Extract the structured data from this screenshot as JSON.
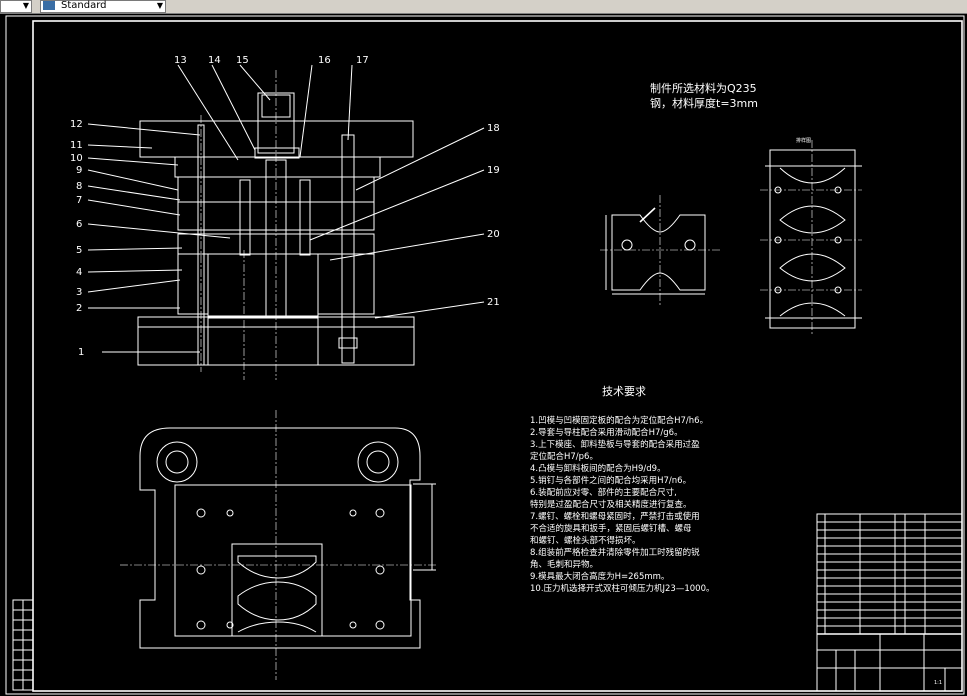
{
  "toolbar": {
    "layer_combo_value": "",
    "style_combo_value": "Standard"
  },
  "assembly": {
    "part_labels": [
      "1",
      "2",
      "3",
      "4",
      "5",
      "6",
      "7",
      "8",
      "9",
      "10",
      "11",
      "12",
      "13",
      "14",
      "15",
      "16",
      "17",
      "18",
      "19",
      "20",
      "21"
    ]
  },
  "material_note": {
    "line1": "制件所选材料为Q235",
    "line2": "钢，材料厚度t=3mm"
  },
  "tech_requirements": {
    "title": "技术要求",
    "items": [
      "1.凹模与凹模固定板的配合为定位配合H7/h6。",
      "2.导套与导柱配合采用滑动配合H7/g6。",
      "3.上下模座、卸料垫板与导套的配合采用过盈",
      "   定位配合H7/p6。",
      "4.凸模与卸料板间的配合为H9/d9。",
      "5.销钉与各部件之间的配合均采用H7/n6。",
      "6.装配前应对零、部件的主要配合尺寸,",
      "   特别是过盈配合尺寸及相关精度进行复查。",
      "7.螺钉、螺栓和螺母紧固时，严禁打击或使用",
      "   不合适的旋具和扳手，紧固后螺钉槽、螺母",
      "   和螺钉、螺栓头部不得损坏。",
      "8.组装前严格检查并清除零件加工时残留的锐",
      "   角、毛刺和异物。",
      "9.模具最大闭合高度为H=265mm。",
      "10.压力机选择开式双柱可倾压力机J23—1000。"
    ]
  },
  "strip_layout": {
    "title": "排样图"
  },
  "title_block": {
    "scale_text": "1:1"
  }
}
